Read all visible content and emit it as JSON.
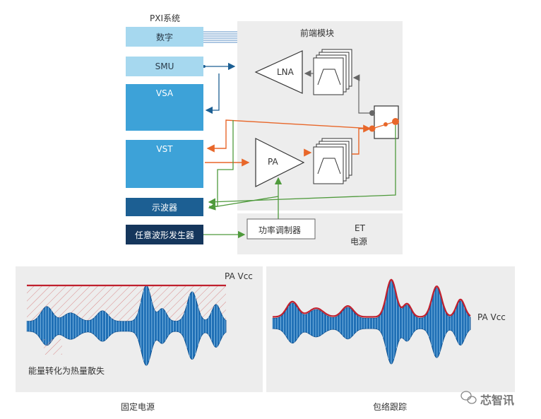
{
  "pxi": {
    "title": "PXI系统",
    "digital": "数字",
    "smu": "SMU",
    "vsa": "VSA",
    "vst": "VST",
    "scope": "示波器",
    "awg": "任意波形发生器"
  },
  "frontend": {
    "title": "前端模块",
    "lna": "LNA",
    "pa": "PA",
    "modulator": "功率调制器",
    "et_line1": "ET",
    "et_line2": "电源"
  },
  "plots": {
    "left_vcc": "PA Vcc",
    "heat_label": "能量转化为热量散失",
    "left_caption": "固定电源",
    "right_vcc": "PA Vcc",
    "right_caption": "包络跟踪"
  },
  "watermark": "芯智讯",
  "colors": {
    "orange": "#e8672a",
    "green": "#4f9a3c",
    "blue": "#1c5f93",
    "wave": "#1f6fb5",
    "supply": "#c0202e"
  }
}
